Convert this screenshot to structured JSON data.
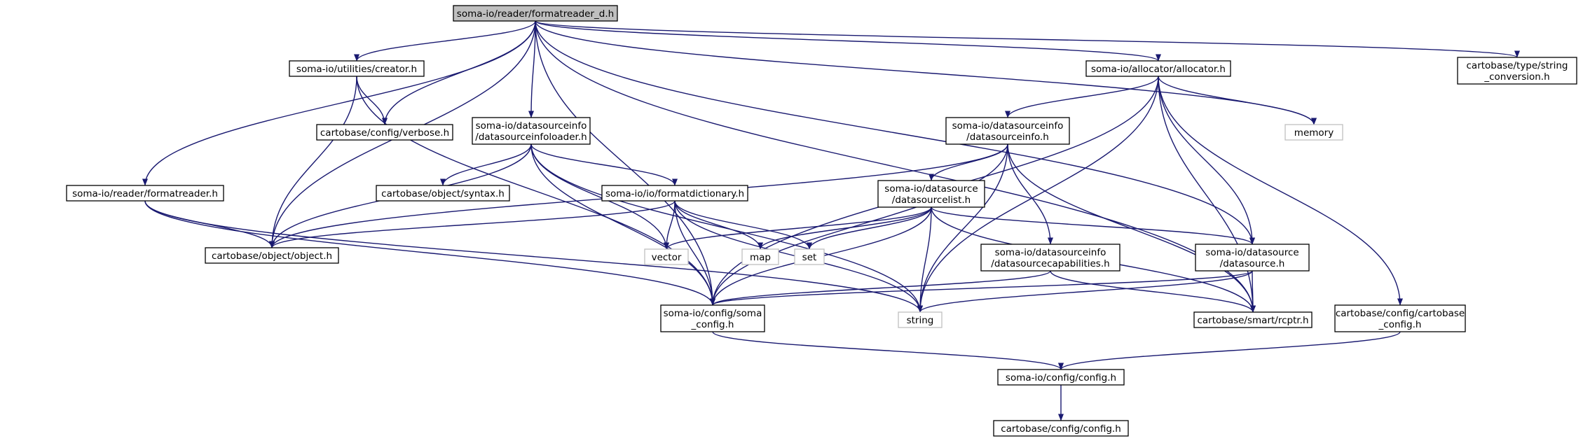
{
  "graph": {
    "colors": {
      "edge": "#191970",
      "root_fill": "#bfbfbf",
      "node_fill": "#ffffff",
      "node_border": "#000000",
      "system_border": "#bfbfbf",
      "system_text": "#7f7f7f"
    },
    "nodes": [
      {
        "id": "formatreader_d",
        "lines": [
          "soma-io/reader/formatreader_d.h"
        ],
        "kind": "root"
      },
      {
        "id": "creator",
        "lines": [
          "soma-io/utilities/creator.h"
        ],
        "kind": "normal"
      },
      {
        "id": "verbose",
        "lines": [
          "cartobase/config/verbose.h"
        ],
        "kind": "normal"
      },
      {
        "id": "dsinfoloader",
        "lines": [
          "soma-io/datasourceinfo",
          "/datasourceinfoloader.h"
        ],
        "kind": "normal"
      },
      {
        "id": "allocator",
        "lines": [
          "soma-io/allocator/allocator.h"
        ],
        "kind": "normal"
      },
      {
        "id": "stringconv",
        "lines": [
          "cartobase/type/string",
          "_conversion.h"
        ],
        "kind": "normal"
      },
      {
        "id": "memory",
        "lines": [
          "memory"
        ],
        "kind": "system"
      },
      {
        "id": "dsinfo",
        "lines": [
          "soma-io/datasourceinfo",
          "/datasourceinfo.h"
        ],
        "kind": "normal"
      },
      {
        "id": "formatreader",
        "lines": [
          "soma-io/reader/formatreader.h"
        ],
        "kind": "normal"
      },
      {
        "id": "syntax",
        "lines": [
          "cartobase/object/syntax.h"
        ],
        "kind": "normal"
      },
      {
        "id": "formatdict",
        "lines": [
          "soma-io/io/formatdictionary.h"
        ],
        "kind": "normal"
      },
      {
        "id": "dslist",
        "lines": [
          "soma-io/datasource",
          "/datasourcelist.h"
        ],
        "kind": "normal"
      },
      {
        "id": "object",
        "lines": [
          "cartobase/object/object.h"
        ],
        "kind": "normal"
      },
      {
        "id": "vector",
        "lines": [
          "vector"
        ],
        "kind": "system"
      },
      {
        "id": "map",
        "lines": [
          "map"
        ],
        "kind": "system"
      },
      {
        "id": "set",
        "lines": [
          "set"
        ],
        "kind": "system"
      },
      {
        "id": "dscap",
        "lines": [
          "soma-io/datasourceinfo",
          "/datasourcecapabilities.h"
        ],
        "kind": "normal"
      },
      {
        "id": "datasource",
        "lines": [
          "soma-io/datasource",
          "/datasource.h"
        ],
        "kind": "normal"
      },
      {
        "id": "somaconfig",
        "lines": [
          "soma-io/config/soma",
          "_config.h"
        ],
        "kind": "normal"
      },
      {
        "id": "string",
        "lines": [
          "string"
        ],
        "kind": "system"
      },
      {
        "id": "rcptr",
        "lines": [
          "cartobase/smart/rcptr.h"
        ],
        "kind": "normal"
      },
      {
        "id": "cbconfig",
        "lines": [
          "cartobase/config/cartobase",
          "_config.h"
        ],
        "kind": "normal"
      },
      {
        "id": "sioconfig",
        "lines": [
          "soma-io/config/config.h"
        ],
        "kind": "normal"
      },
      {
        "id": "cconfig",
        "lines": [
          "cartobase/config/config.h"
        ],
        "kind": "normal"
      }
    ],
    "edges": [
      [
        "formatreader_d",
        "creator"
      ],
      [
        "formatreader_d",
        "verbose"
      ],
      [
        "formatreader_d",
        "dsinfoloader"
      ],
      [
        "formatreader_d",
        "allocator"
      ],
      [
        "formatreader_d",
        "stringconv"
      ],
      [
        "formatreader_d",
        "memory"
      ],
      [
        "formatreader_d",
        "formatreader"
      ],
      [
        "formatreader_d",
        "object"
      ],
      [
        "formatreader_d",
        "somaconfig"
      ],
      [
        "formatreader_d",
        "datasource"
      ],
      [
        "formatreader_d",
        "rcptr"
      ],
      [
        "creator",
        "verbose"
      ],
      [
        "creator",
        "object"
      ],
      [
        "creator",
        "somaconfig"
      ],
      [
        "dsinfoloader",
        "syntax"
      ],
      [
        "dsinfoloader",
        "formatdict"
      ],
      [
        "dsinfoloader",
        "object"
      ],
      [
        "dsinfoloader",
        "vector"
      ],
      [
        "dsinfoloader",
        "somaconfig"
      ],
      [
        "dsinfoloader",
        "string"
      ],
      [
        "allocator",
        "dsinfo"
      ],
      [
        "allocator",
        "memory"
      ],
      [
        "allocator",
        "somaconfig"
      ],
      [
        "allocator",
        "string"
      ],
      [
        "allocator",
        "datasource"
      ],
      [
        "allocator",
        "rcptr"
      ],
      [
        "allocator",
        "cbconfig"
      ],
      [
        "dsinfo",
        "dslist"
      ],
      [
        "dsinfo",
        "dscap"
      ],
      [
        "dsinfo",
        "object"
      ],
      [
        "dsinfo",
        "somaconfig"
      ],
      [
        "dsinfo",
        "string"
      ],
      [
        "dsinfo",
        "rcptr"
      ],
      [
        "formatreader",
        "object"
      ],
      [
        "formatreader",
        "somaconfig"
      ],
      [
        "formatreader",
        "string"
      ],
      [
        "formatdict",
        "object"
      ],
      [
        "formatdict",
        "vector"
      ],
      [
        "formatdict",
        "map"
      ],
      [
        "formatdict",
        "set"
      ],
      [
        "formatdict",
        "somaconfig"
      ],
      [
        "formatdict",
        "string"
      ],
      [
        "dslist",
        "vector"
      ],
      [
        "dslist",
        "map"
      ],
      [
        "dslist",
        "set"
      ],
      [
        "dslist",
        "somaconfig"
      ],
      [
        "dslist",
        "string"
      ],
      [
        "dslist",
        "datasource"
      ],
      [
        "dslist",
        "rcptr"
      ],
      [
        "dscap",
        "somaconfig"
      ],
      [
        "dscap",
        "rcptr"
      ],
      [
        "datasource",
        "somaconfig"
      ],
      [
        "datasource",
        "string"
      ],
      [
        "datasource",
        "rcptr"
      ],
      [
        "somaconfig",
        "sioconfig"
      ],
      [
        "cbconfig",
        "sioconfig"
      ],
      [
        "sioconfig",
        "cconfig"
      ]
    ]
  }
}
